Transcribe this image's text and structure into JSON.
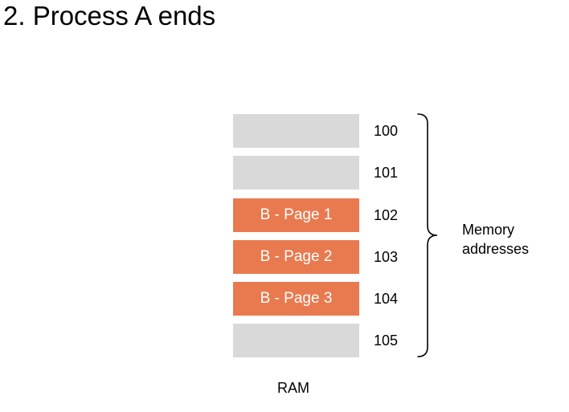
{
  "title": "2. Process A ends",
  "slots": [
    {
      "label": "",
      "address": "100",
      "state": "empty"
    },
    {
      "label": "",
      "address": "101",
      "state": "empty"
    },
    {
      "label": "B - Page 1",
      "address": "102",
      "state": "used"
    },
    {
      "label": "B - Page 2",
      "address": "103",
      "state": "used"
    },
    {
      "label": "B - Page 3",
      "address": "104",
      "state": "used"
    },
    {
      "label": "",
      "address": "105",
      "state": "empty"
    }
  ],
  "brace_label_line1": "Memory",
  "brace_label_line2": "addresses",
  "ram_label": "RAM",
  "colors": {
    "empty_slot": "#d9d9d9",
    "used_slot": "#e97a4f",
    "used_text": "#ffffff",
    "brace": "#000000"
  }
}
